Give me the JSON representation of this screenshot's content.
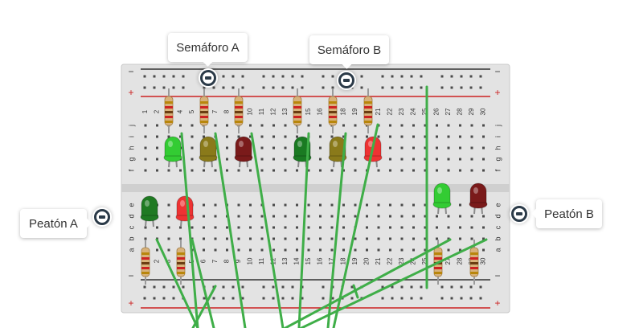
{
  "callouts": {
    "semaforo_a": "Semáforo A",
    "semaforo_b": "Semáforo B",
    "peaton_a": "Peatón A",
    "peaton_b": "Peatón B"
  },
  "breadboard": {
    "rail_minus": "−",
    "rail_plus": "+",
    "column_numbers": [
      "1",
      "2",
      "3",
      "4",
      "5",
      "6",
      "7",
      "8",
      "9",
      "10",
      "11",
      "12",
      "13",
      "14",
      "15",
      "16",
      "17",
      "18",
      "19",
      "20",
      "21",
      "22",
      "23",
      "24",
      "25",
      "26",
      "27",
      "28",
      "29",
      "30"
    ],
    "row_letters_upper": [
      "j",
      "i",
      "h",
      "g",
      "f"
    ],
    "row_letters_lower": [
      "e",
      "d",
      "c",
      "b",
      "a"
    ]
  },
  "leds": [
    {
      "name": "led-semaforo-a-green",
      "color": "#33cc33"
    },
    {
      "name": "led-semaforo-a-yellow",
      "color": "#8a7a1a"
    },
    {
      "name": "led-semaforo-a-red",
      "color": "#7a1a1a"
    },
    {
      "name": "led-semaforo-b-green",
      "color": "#1a7a22"
    },
    {
      "name": "led-semaforo-b-yellow",
      "color": "#8a7a1a"
    },
    {
      "name": "led-semaforo-b-red",
      "color": "#ee3333"
    },
    {
      "name": "led-peaton-a-green",
      "color": "#1f7a22"
    },
    {
      "name": "led-peaton-a-red",
      "color": "#ee3333"
    },
    {
      "name": "led-peaton-b-green",
      "color": "#33cc33"
    },
    {
      "name": "led-peaton-b-red",
      "color": "#7a1a1a"
    }
  ],
  "colors": {
    "board": "#e3e3e3",
    "hole": "#4a4a4a",
    "wire": "#3fae48",
    "rail_red": "#cc2222",
    "rail_black": "#333333",
    "label_text": "#333333"
  }
}
